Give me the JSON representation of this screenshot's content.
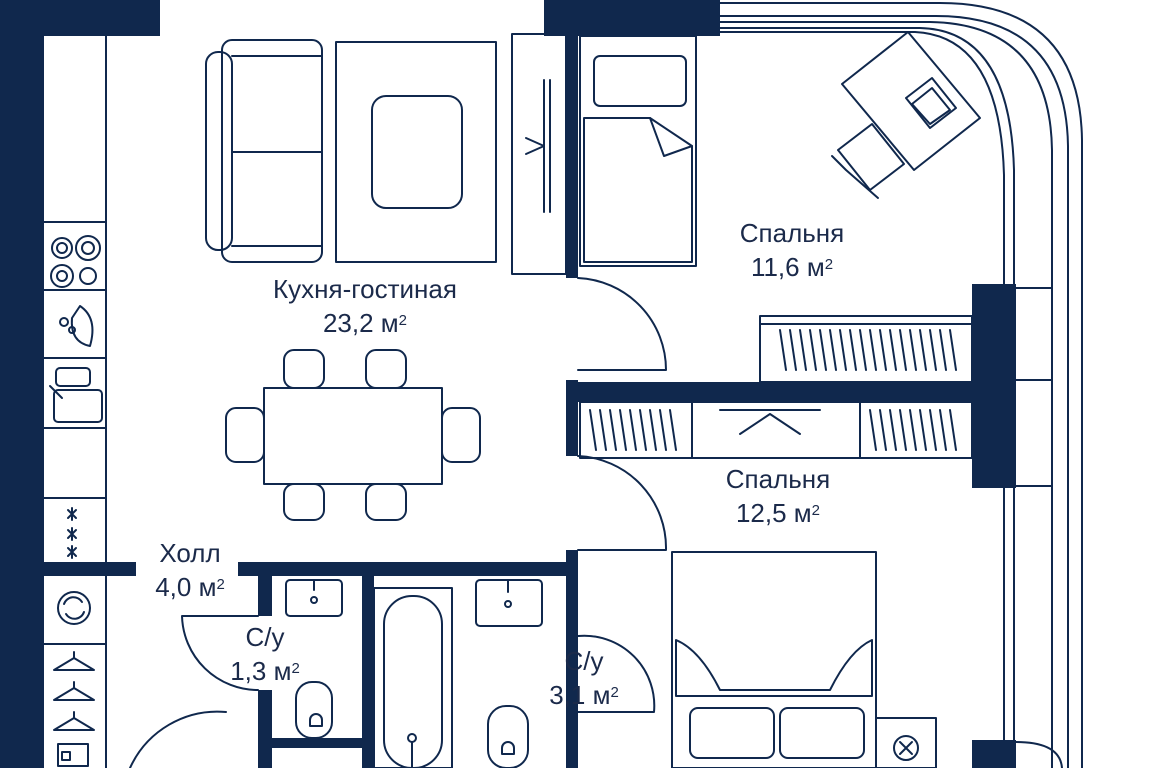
{
  "colors": {
    "wall": "#10284d",
    "line": "#10284d",
    "background": "#ffffff"
  },
  "rooms": {
    "kitchen_living": {
      "name": "Кухня-гостиная",
      "area": "23,2 м",
      "unit_sup": "2"
    },
    "bedroom_1": {
      "name": "Спальня",
      "area": "11,6 м",
      "unit_sup": "2"
    },
    "bedroom_2": {
      "name": "Спальня",
      "area": "12,5 м",
      "unit_sup": "2"
    },
    "hall": {
      "name": "Холл",
      "area": "4,0 м",
      "unit_sup": "2"
    },
    "bath_small": {
      "name": "С/у",
      "area": "1,3 м",
      "unit_sup": "2"
    },
    "bath_large": {
      "name": "С/у",
      "area": "3,1 м",
      "unit_sup": "2"
    }
  },
  "icons": [
    "sofa-icon",
    "rug-icon",
    "dining-table-icon",
    "single-bed-icon",
    "desk-icon",
    "laptop-icon",
    "office-chair-icon",
    "double-bed-icon",
    "wardrobe-icon",
    "stove-icon",
    "kitchen-sink-icon",
    "washbasin-icon",
    "toilet-icon",
    "bathtub-icon",
    "washing-machine-icon",
    "hanger-icon",
    "tv-icon"
  ]
}
